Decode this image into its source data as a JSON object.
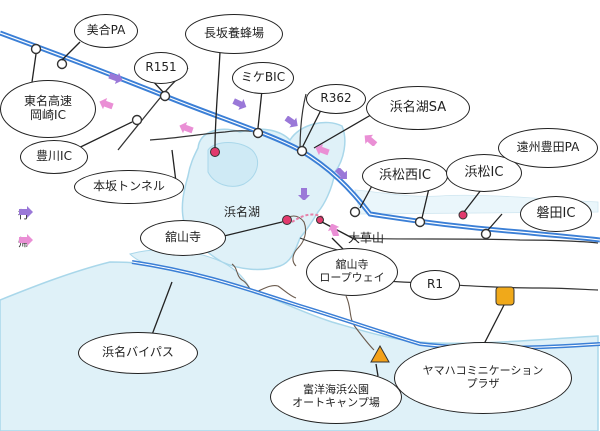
{
  "colors": {
    "water": "#dff1f8",
    "water_edge": "#a9d7ea",
    "expressway": "#3b7fd6",
    "road": "#333333",
    "go_arrow": "#9a78d8",
    "return_arrow": "#ea8fd5",
    "ropeway": "#e67fa8",
    "marker": "#e23a6d",
    "camp": "#f3a11a",
    "plaza": "#f0a91a"
  },
  "labels": {
    "mikkabi_pa": "美合PA",
    "r151": "R151",
    "nagasaka": "長坂養蜂場",
    "mikkabi_ic": "ミケBIC",
    "r362": "R362",
    "hamanako_sa": "浜名湖SA",
    "tomei_okazaki": "東名高速\n岡崎IC",
    "toyokawa_ic": "豊川IC",
    "honzaka_tunnel": "本坂トンネル",
    "hamamatsu_nishi": "浜松西IC",
    "hamamatsu_ic": "浜松IC",
    "enshu_toyota": "遠州豊田PA",
    "iwata_ic": "磐田IC",
    "lake": "浜名湖",
    "kanzanji": "舘山寺",
    "ookusayama": "大草山",
    "ropeway": "舘山寺\nロープウェイ",
    "r1": "R1",
    "bypass": "浜名バイパス",
    "camp": "富洋海浜公園\nオートキャンプ場",
    "plaza": "ヤマハコミニケーション\nプラザ"
  },
  "legend": {
    "go_label": "行",
    "return_label": "帰"
  }
}
